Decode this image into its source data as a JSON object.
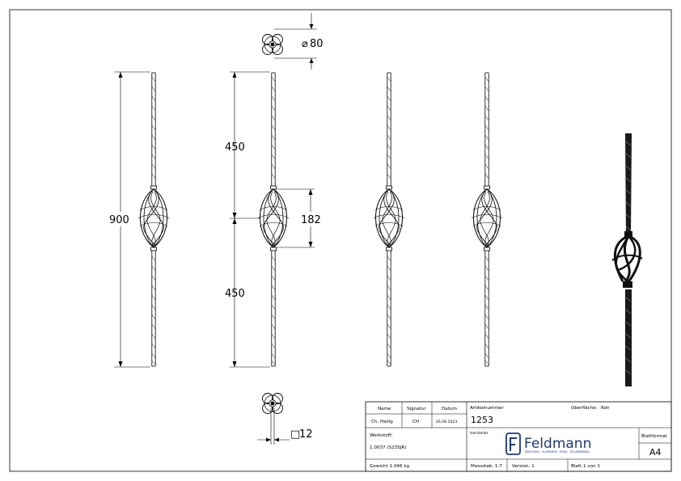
{
  "dimensions": {
    "diameter": "80",
    "height_total": "900",
    "upper": "450",
    "lower": "450",
    "basket": "182",
    "square": "12"
  },
  "symbols": {
    "diameter": "⌀",
    "square": "□"
  },
  "title_block": {
    "headers": {
      "name": "Name",
      "signature": "Signatur",
      "date": "Datum"
    },
    "row": {
      "name": "Ch. Hallig",
      "signature": "CH",
      "date": "26.06.2023"
    },
    "article_label": "Artikelnummer",
    "article_number": "1253",
    "surface_label": "Oberfläche:",
    "surface_value": "Roh",
    "material_label": "Werkstoff:",
    "material_value": "1.0037 (S235JR)",
    "manufacturer_label": "Hersteller",
    "company_name": "Feldmann",
    "company_tagline": "EDELSTAHL · ALUMINIUM · STAHL · GELÄNDERBAU",
    "sheet_format_label": "Blattformat",
    "sheet_format_value": "A4",
    "weight": "Gewicht 1.046 kg",
    "scale": "Massstab: 1:7",
    "version": "Version: 1",
    "sheet": "Blatt 1 von 1"
  },
  "colors": {
    "line": "#000000",
    "brand": "#1f3a6b"
  }
}
